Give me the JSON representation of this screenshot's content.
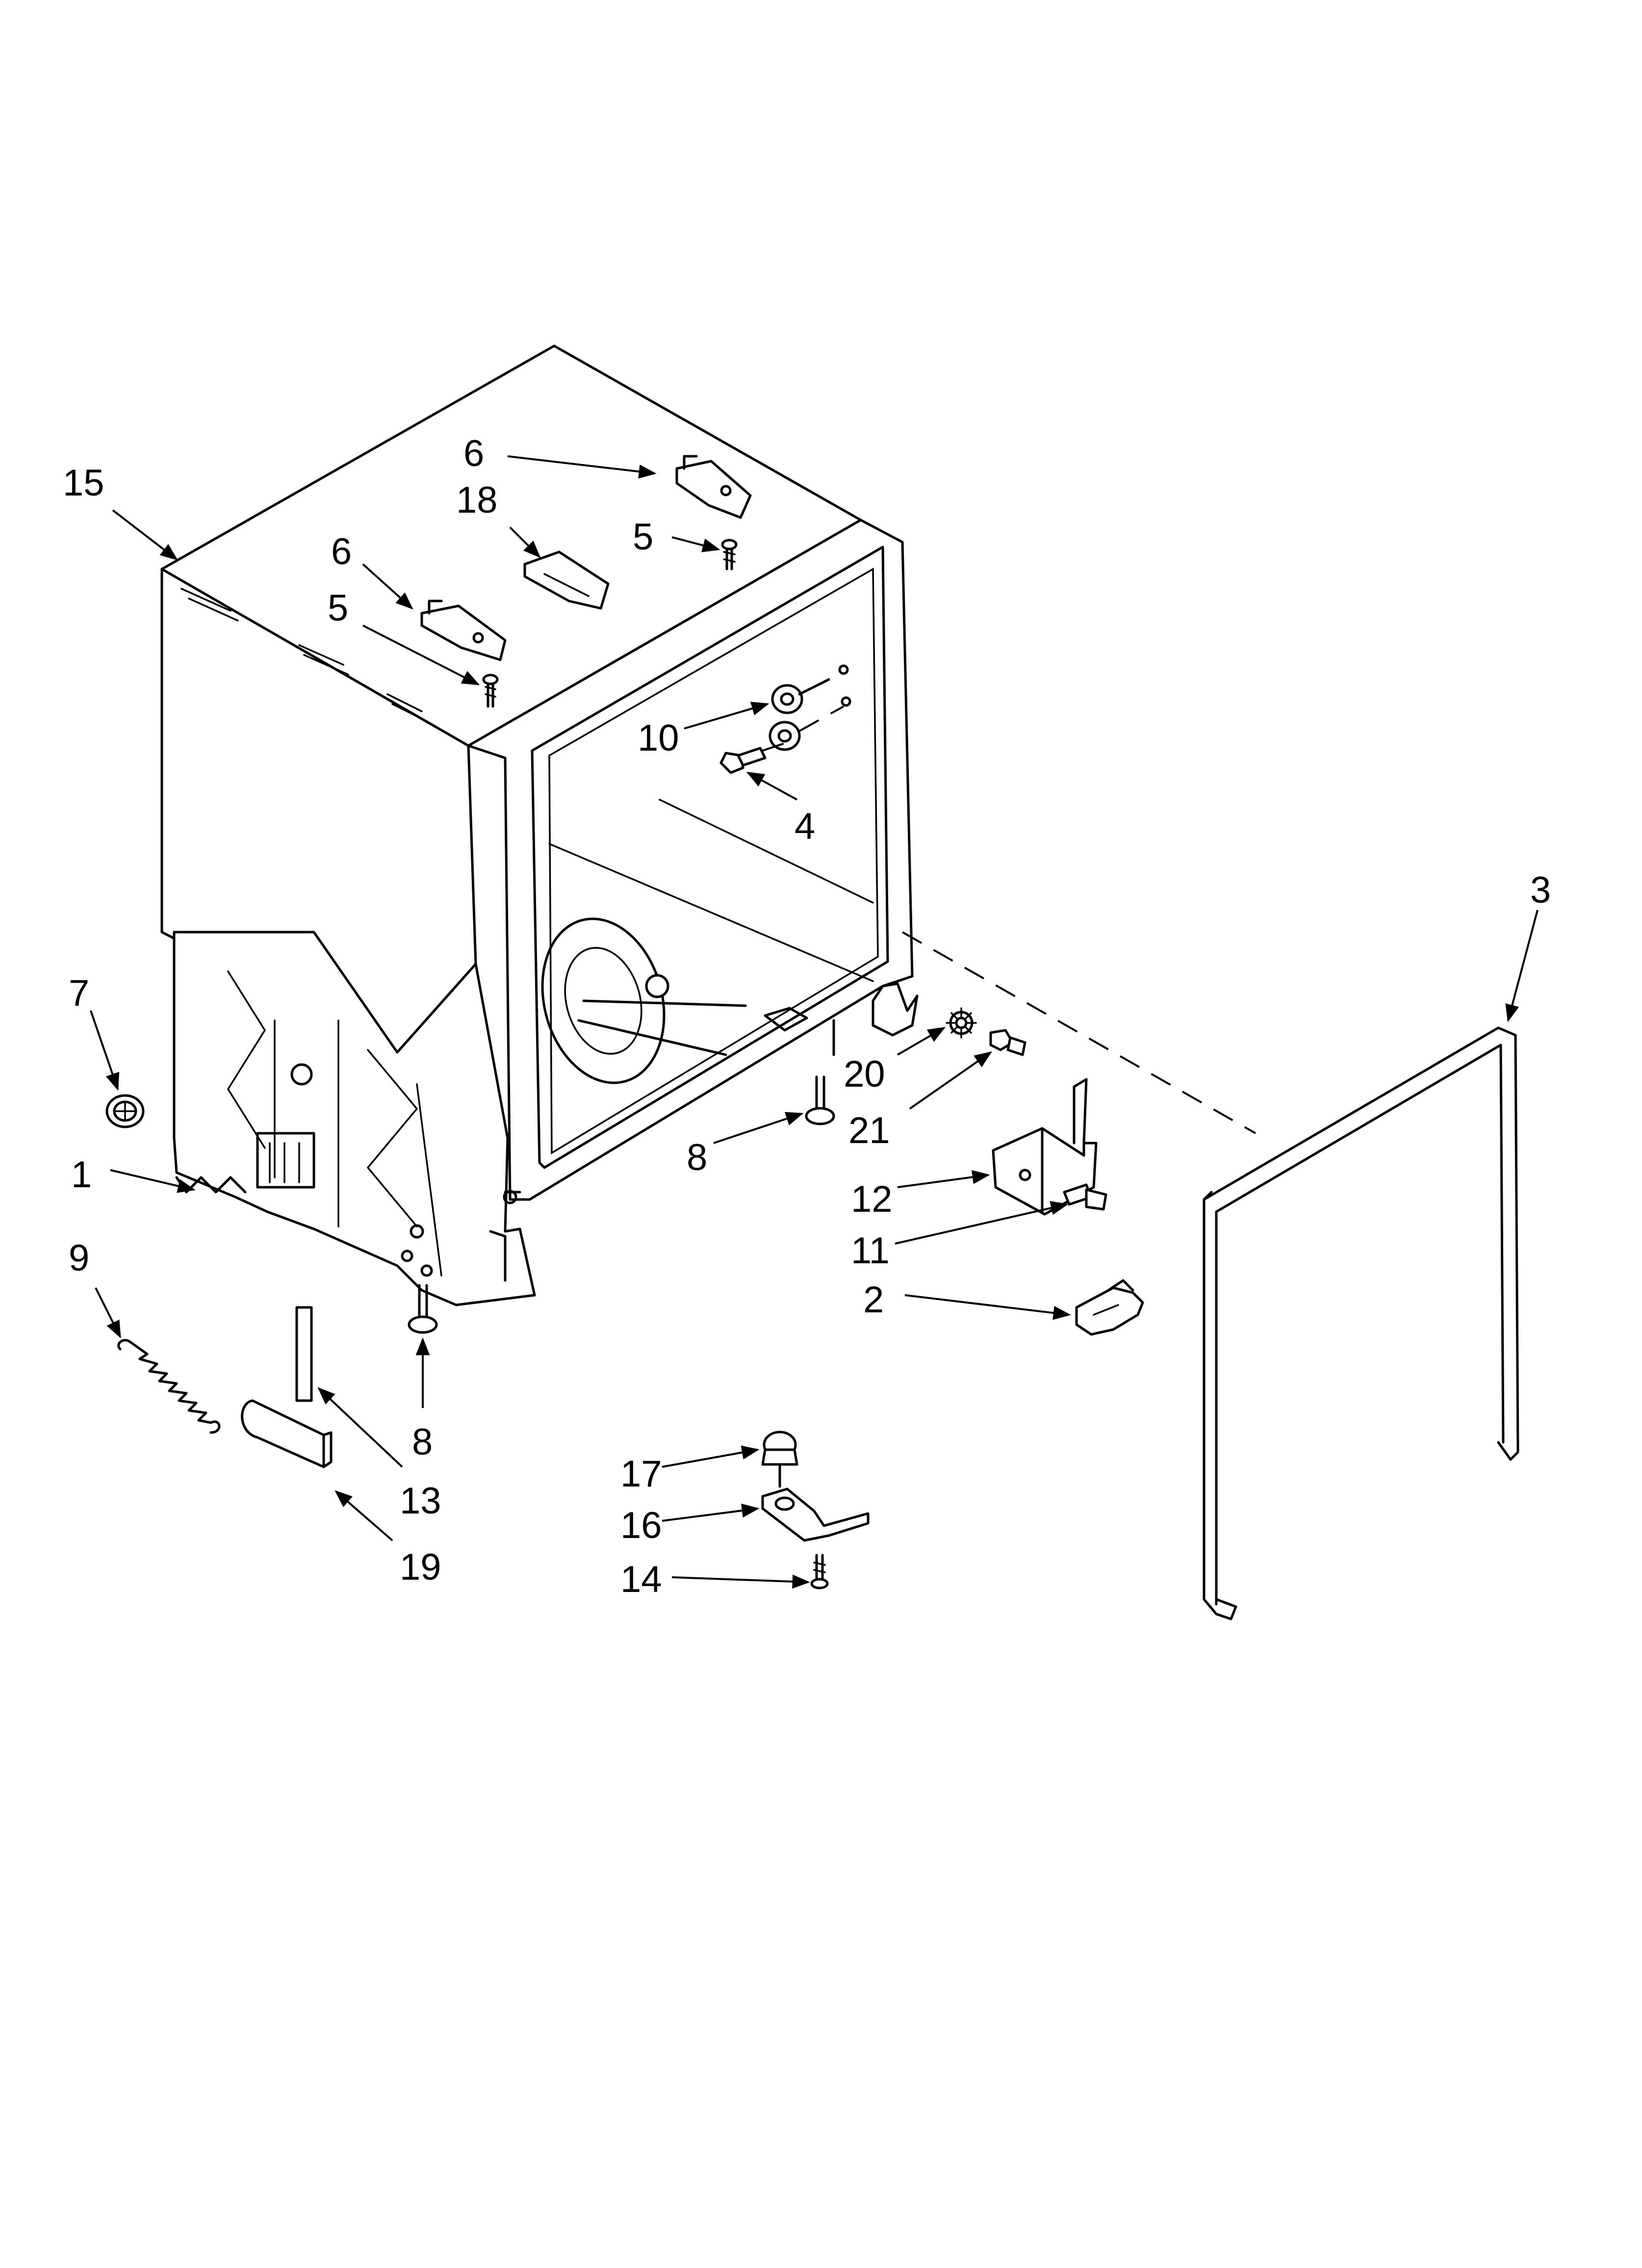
{
  "diagram": {
    "labels": [
      {
        "id": "lbl-15",
        "text": "15"
      },
      {
        "id": "lbl-6a",
        "text": "6"
      },
      {
        "id": "lbl-18",
        "text": "18"
      },
      {
        "id": "lbl-5a",
        "text": "5"
      },
      {
        "id": "lbl-6b",
        "text": "6"
      },
      {
        "id": "lbl-5b",
        "text": "5"
      },
      {
        "id": "lbl-10",
        "text": "10"
      },
      {
        "id": "lbl-4",
        "text": "4"
      },
      {
        "id": "lbl-3",
        "text": "3"
      },
      {
        "id": "lbl-7",
        "text": "7"
      },
      {
        "id": "lbl-20",
        "text": "20"
      },
      {
        "id": "lbl-21",
        "text": "21"
      },
      {
        "id": "lbl-1",
        "text": "1"
      },
      {
        "id": "lbl-8a",
        "text": "8"
      },
      {
        "id": "lbl-12",
        "text": "12"
      },
      {
        "id": "lbl-11",
        "text": "11"
      },
      {
        "id": "lbl-9",
        "text": "9"
      },
      {
        "id": "lbl-2",
        "text": "2"
      },
      {
        "id": "lbl-8b",
        "text": "8"
      },
      {
        "id": "lbl-13",
        "text": "13"
      },
      {
        "id": "lbl-17",
        "text": "17"
      },
      {
        "id": "lbl-16",
        "text": "16"
      },
      {
        "id": "lbl-19",
        "text": "19"
      },
      {
        "id": "lbl-14",
        "text": "14"
      }
    ]
  }
}
